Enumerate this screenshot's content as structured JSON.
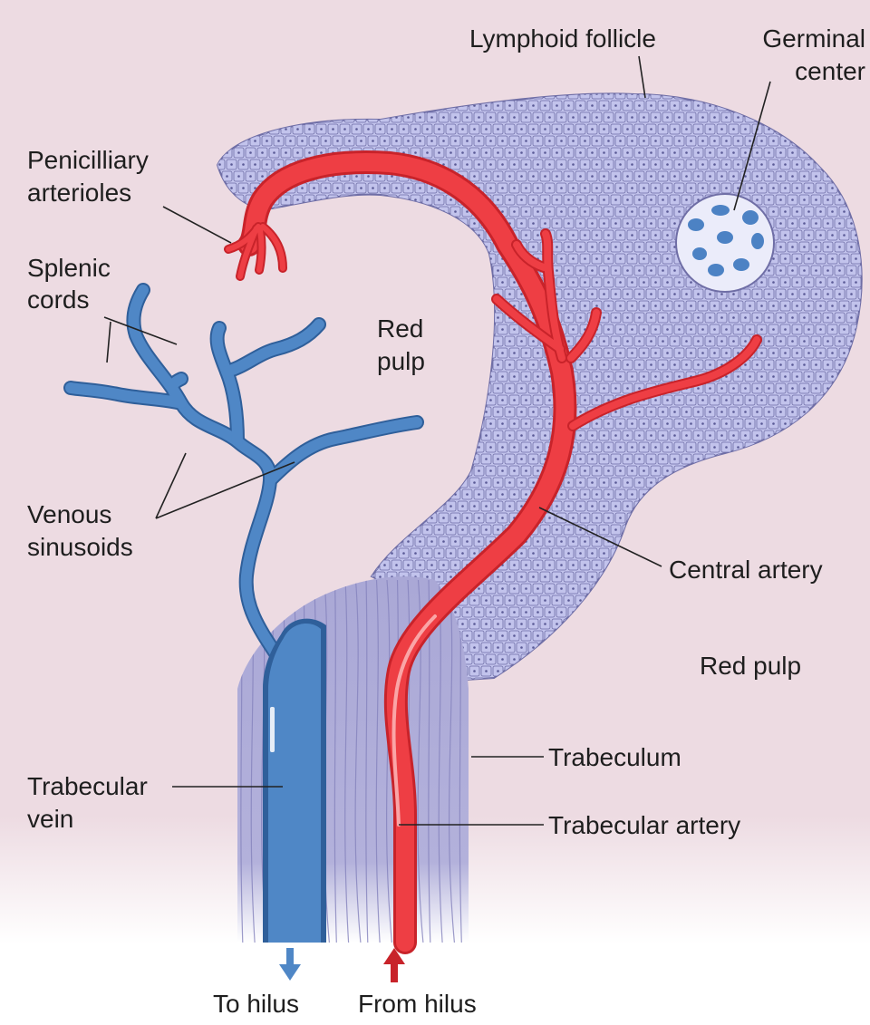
{
  "labels": {
    "lymphoid_follicle": "Lymphoid follicle",
    "germinal_center_line1": "Germinal",
    "germinal_center_line2": "center",
    "penicilliary_line1": "Penicilliary",
    "penicilliary_line2": "arterioles",
    "splenic_cords_line1": "Splenic",
    "splenic_cords_line2": "cords",
    "red_pulp_inner_line1": "Red",
    "red_pulp_inner_line2": "pulp",
    "venous_sinusoids_line1": "Venous",
    "venous_sinusoids_line2": "sinusoids",
    "central_artery": "Central artery",
    "red_pulp_outer": "Red pulp",
    "trabeculum": "Trabeculum",
    "trabecular_vein_line1": "Trabecular",
    "trabecular_vein_line2": "vein",
    "trabecular_artery": "Trabecular artery",
    "to_hilus": "To hilus",
    "from_hilus": "From hilus"
  },
  "colors": {
    "background_pink": "#eddbe2",
    "follicle_cell": "#c2c3ec",
    "follicle_cell_border": "#6f6ea6",
    "artery_red": "#ee3e44",
    "vein_blue": "#4f87c6",
    "trabeculum_purple": "#aaa8d6",
    "germinal_cell": "#4c82c4"
  }
}
